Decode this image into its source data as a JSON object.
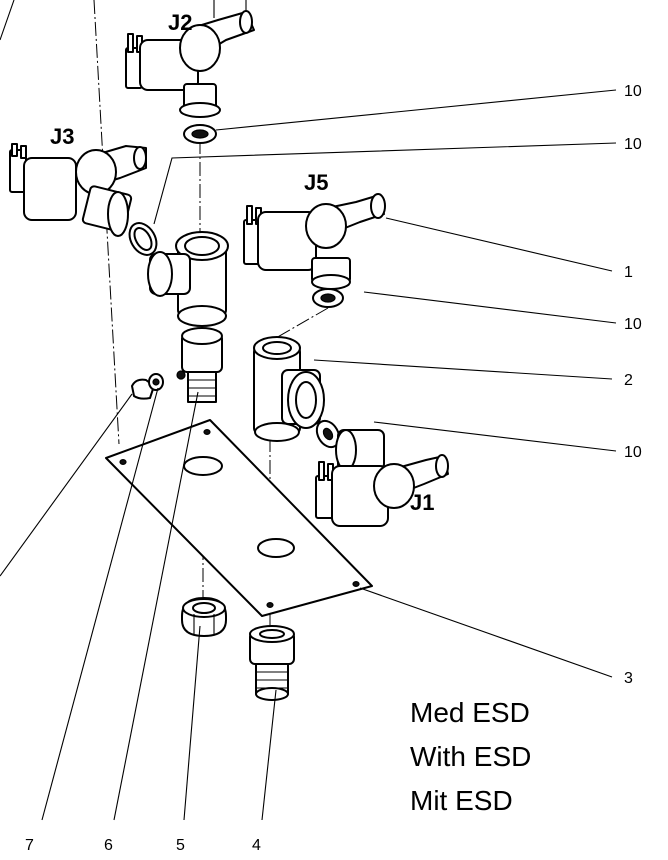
{
  "valve_labels": {
    "j1": "J1",
    "j2": "J2",
    "j3": "J3",
    "j5": "J5"
  },
  "callouts": {
    "right": [
      "10",
      "10",
      "1",
      "10",
      "2",
      "10",
      "3"
    ],
    "bottom": [
      "7",
      "6",
      "5",
      "4"
    ]
  },
  "caption": {
    "line1": "Med ESD",
    "line2": "With ESD",
    "line3": "Mit ESD"
  },
  "colors": {
    "line": "#000000",
    "background": "#ffffff"
  }
}
